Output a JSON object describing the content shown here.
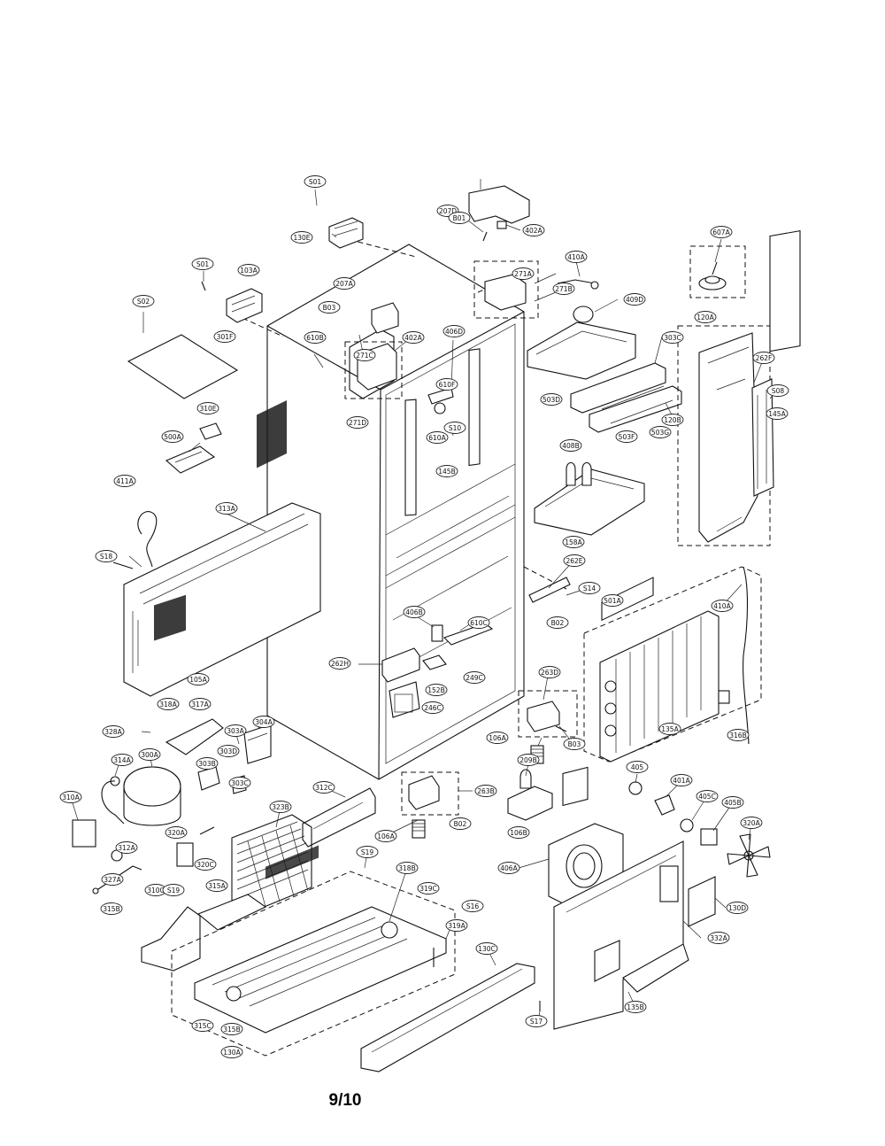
{
  "page": {
    "number": "9/10"
  },
  "callouts": [
    {
      "id": "S01",
      "name": "callout-s01-top"
    },
    {
      "id": "207D",
      "name": "callout-207d"
    },
    {
      "id": "130E",
      "name": "callout-130e"
    },
    {
      "id": "402A",
      "name": "callout-402a-top"
    },
    {
      "id": "B01",
      "name": "callout-b01"
    },
    {
      "id": "607A",
      "name": "callout-607a"
    },
    {
      "id": "S01",
      "name": "callout-s01-left"
    },
    {
      "id": "103A",
      "name": "callout-103a"
    },
    {
      "id": "410A",
      "name": "callout-410a"
    },
    {
      "id": "271A",
      "name": "callout-271a"
    },
    {
      "id": "271B",
      "name": "callout-271b"
    },
    {
      "id": "207A",
      "name": "callout-207a"
    },
    {
      "id": "S02",
      "name": "callout-s02"
    },
    {
      "id": "409D",
      "name": "callout-409d"
    },
    {
      "id": "B03",
      "name": "callout-b03-top"
    },
    {
      "id": "301F",
      "name": "callout-301f"
    },
    {
      "id": "610B",
      "name": "callout-610b"
    },
    {
      "id": "402A",
      "name": "callout-402a-mid"
    },
    {
      "id": "406D",
      "name": "callout-406d"
    },
    {
      "id": "120A",
      "name": "callout-120a"
    },
    {
      "id": "303C",
      "name": "callout-303c"
    },
    {
      "id": "271C",
      "name": "callout-271c"
    },
    {
      "id": "262F",
      "name": "callout-262f"
    },
    {
      "id": "610F",
      "name": "callout-610f"
    },
    {
      "id": "S08",
      "name": "callout-s08"
    },
    {
      "id": "503D",
      "name": "callout-503d"
    },
    {
      "id": "310E",
      "name": "callout-310e"
    },
    {
      "id": "271D",
      "name": "callout-271d"
    },
    {
      "id": "S10",
      "name": "callout-s10"
    },
    {
      "id": "120B",
      "name": "callout-120b"
    },
    {
      "id": "145A",
      "name": "callout-145a"
    },
    {
      "id": "610A",
      "name": "callout-610a"
    },
    {
      "id": "503F",
      "name": "callout-503f"
    },
    {
      "id": "503G",
      "name": "callout-503g"
    },
    {
      "id": "500A",
      "name": "callout-500a"
    },
    {
      "id": "408B",
      "name": "callout-408b"
    },
    {
      "id": "145B",
      "name": "callout-145b"
    },
    {
      "id": "411A",
      "name": "callout-411a"
    },
    {
      "id": "158A",
      "name": "callout-158a"
    },
    {
      "id": "313A",
      "name": "callout-313a"
    },
    {
      "id": "S18",
      "name": "callout-s18"
    },
    {
      "id": "262E",
      "name": "callout-262e"
    },
    {
      "id": "S14",
      "name": "callout-s14"
    },
    {
      "id": "501A",
      "name": "callout-501a"
    },
    {
      "id": "410A",
      "name": "callout-410a-mid"
    },
    {
      "id": "B02",
      "name": "callout-b02-mid"
    },
    {
      "id": "406B",
      "name": "callout-406b"
    },
    {
      "id": "610C",
      "name": "callout-610c"
    },
    {
      "id": "262H",
      "name": "callout-262h"
    },
    {
      "id": "152B",
      "name": "callout-152b"
    },
    {
      "id": "249C",
      "name": "callout-249c"
    },
    {
      "id": "105A",
      "name": "callout-105a"
    },
    {
      "id": "246C",
      "name": "callout-246c"
    },
    {
      "id": "263D",
      "name": "callout-263d"
    },
    {
      "id": "318A",
      "name": "callout-318a"
    },
    {
      "id": "317A",
      "name": "callout-317a"
    },
    {
      "id": "304A",
      "name": "callout-304a"
    },
    {
      "id": "328A",
      "name": "callout-328a"
    },
    {
      "id": "303A",
      "name": "callout-303a"
    },
    {
      "id": "135A",
      "name": "callout-135a"
    },
    {
      "id": "316B",
      "name": "callout-316b"
    },
    {
      "id": "106A",
      "name": "callout-106a"
    },
    {
      "id": "B03",
      "name": "callout-b03-right"
    },
    {
      "id": "300A",
      "name": "callout-300a"
    },
    {
      "id": "314A",
      "name": "callout-314a"
    },
    {
      "id": "303B",
      "name": "callout-303b"
    },
    {
      "id": "303D",
      "name": "callout-303d"
    },
    {
      "id": "209B",
      "name": "callout-209b"
    },
    {
      "id": "303C",
      "name": "callout-303c-low"
    },
    {
      "id": "312C",
      "name": "callout-312c"
    },
    {
      "id": "405",
      "name": "callout-405"
    },
    {
      "id": "401A",
      "name": "callout-401a"
    },
    {
      "id": "263B",
      "name": "callout-263b"
    },
    {
      "id": "405C",
      "name": "callout-405c"
    },
    {
      "id": "405B",
      "name": "callout-405b"
    },
    {
      "id": "310A",
      "name": "callout-310a"
    },
    {
      "id": "323B",
      "name": "callout-323b"
    },
    {
      "id": "B02",
      "name": "callout-b02-low"
    },
    {
      "id": "106B",
      "name": "callout-106b"
    },
    {
      "id": "320A",
      "name": "callout-320a"
    },
    {
      "id": "320A",
      "name": "callout-320a-compressor"
    },
    {
      "id": "106A",
      "name": "callout-106a-low"
    },
    {
      "id": "320C",
      "name": "callout-320c"
    },
    {
      "id": "312A",
      "name": "callout-312a"
    },
    {
      "id": "S19",
      "name": "callout-s19-top"
    },
    {
      "id": "318B",
      "name": "callout-318b"
    },
    {
      "id": "406A",
      "name": "callout-406a"
    },
    {
      "id": "327A",
      "name": "callout-327a"
    },
    {
      "id": "310C",
      "name": "callout-310c"
    },
    {
      "id": "S19",
      "name": "callout-s19-low"
    },
    {
      "id": "315A",
      "name": "callout-315a"
    },
    {
      "id": "319C",
      "name": "callout-319c"
    },
    {
      "id": "S16",
      "name": "callout-s16"
    },
    {
      "id": "315B",
      "name": "callout-315b"
    },
    {
      "id": "130D",
      "name": "callout-130d"
    },
    {
      "id": "319A",
      "name": "callout-319a"
    },
    {
      "id": "332A",
      "name": "callout-332a"
    },
    {
      "id": "130C",
      "name": "callout-130c"
    },
    {
      "id": "135B",
      "name": "callout-135b"
    },
    {
      "id": "315C",
      "name": "callout-315c"
    },
    {
      "id": "315B",
      "name": "callout-315b-low"
    },
    {
      "id": "S17",
      "name": "callout-s17"
    },
    {
      "id": "130A",
      "name": "callout-130a"
    }
  ]
}
